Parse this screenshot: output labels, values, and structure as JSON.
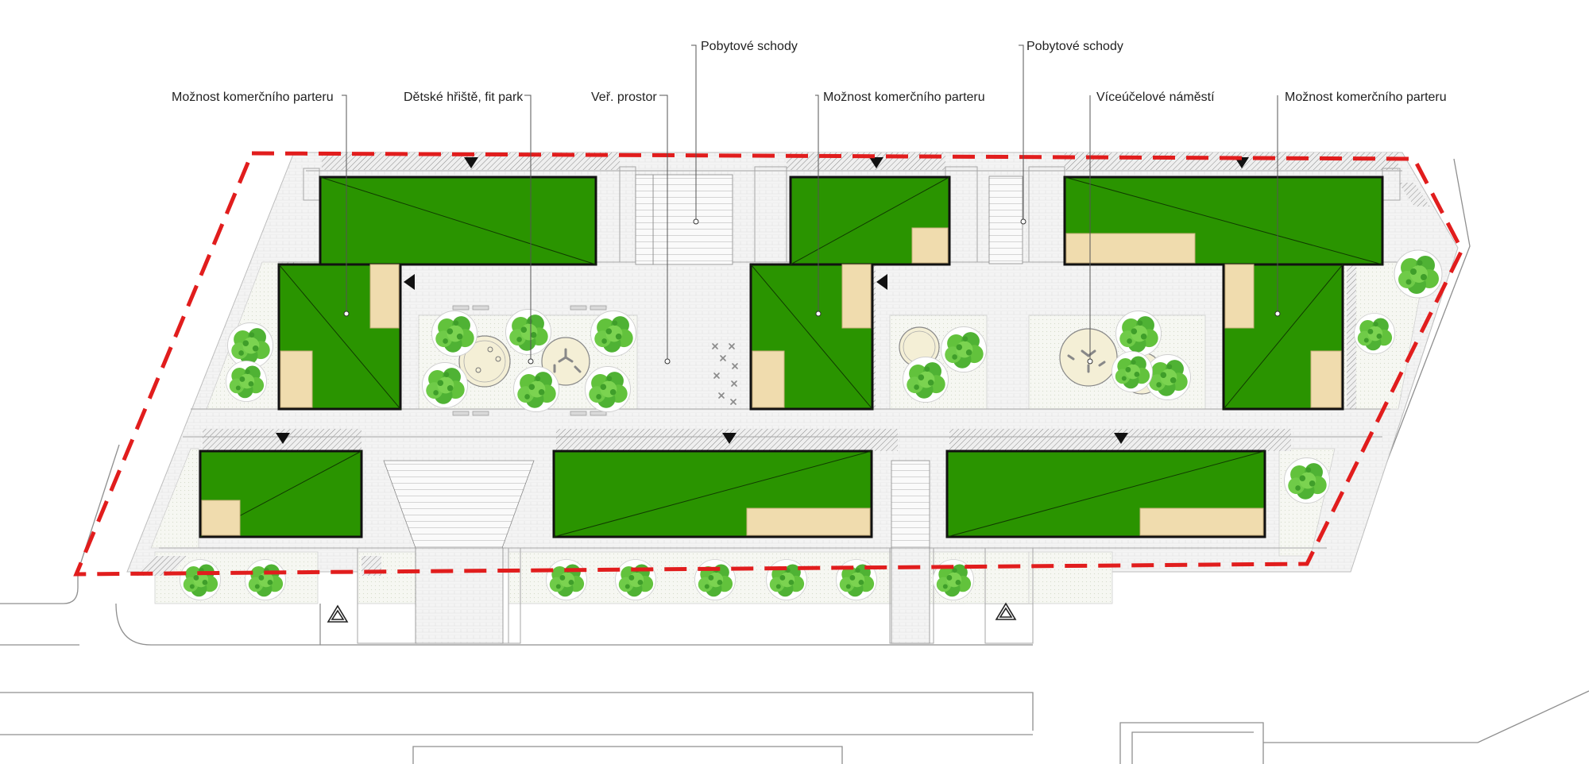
{
  "labels": {
    "stairs_left": "Pobytové schody",
    "stairs_right": "Pobytové schody",
    "commercial_1": "Možnost komerčního parteru",
    "playground": "Dětské hřiště, fit park",
    "public_space": "Veř. prostor",
    "commercial_2": "Možnost komerčního parteru",
    "square": "Víceúčelové náměstí",
    "commercial_3": "Možnost komerčního parteru"
  },
  "colors": {
    "roof": "#2a9400",
    "terrace": "#f0dcae",
    "boundary": "#e11d1d",
    "tree": "#5cbf3a",
    "tree_dark": "#3f9e2a",
    "paving": "#f3f3f3",
    "line": "#9a9a9a",
    "outline": "#111111"
  },
  "icons": {
    "entrance": "entrance-triangle-icon",
    "parking": "parking-warning-icon",
    "tree": "tree-icon",
    "bench": "bench-icon"
  }
}
